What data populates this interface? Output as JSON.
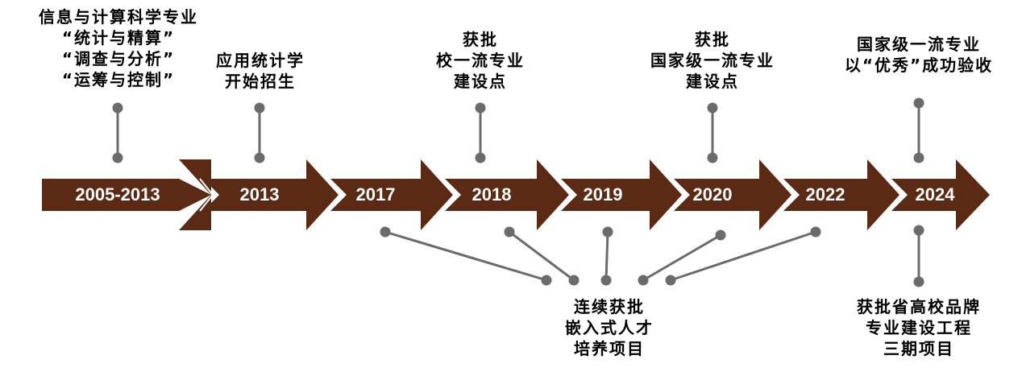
{
  "colors": {
    "arrow": "#5a2a14",
    "connector": "#6b6b6b",
    "year_text": "#ffffff"
  },
  "years": [
    "2005-2013",
    "2013",
    "2017",
    "2018",
    "2019",
    "2020",
    "2022",
    "2024"
  ],
  "milestones": {
    "m2005": "信息与计算科学专业\n“统计与精算”\n“调查与分析”\n“运筹与控制”",
    "m2013": "应用统计学\n开始招生",
    "m2018": "获批\n校一流专业\n建设点",
    "m2020": "获批\n国家级一流专业\n建设点",
    "m2024_top": "国家级一流专业\n以“优秀”成功验收",
    "bottom_center": "连续获批\n嵌入式人才\n培养项目",
    "m2024_bottom": "获批省高校品牌\n专业建设工程\n三期项目"
  }
}
